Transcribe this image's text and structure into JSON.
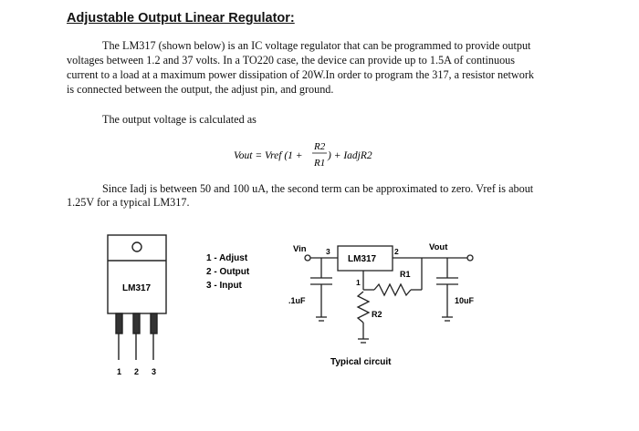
{
  "document": {
    "heading": "Adjustable Output Linear Regulator:",
    "paragraph1": "The LM317 (shown below) is an IC voltage regulator that can be programmed to provide output voltages between 1.2 and 37 volts. In a TO220 case, the device can provide up to 1.5A of continuous current to a load at a maximum power dissipation of 20W.In order to program the 317, a resistor network is connected between the output, the adjust pin, and ground.",
    "paragraph2": "The output voltage is calculated as",
    "formula": {
      "lhs": "Vout = Vref (1 +",
      "numerator": "R2",
      "denominator": "R1",
      "rhs": ") + IadjR2"
    },
    "paragraph3": "Since Iadj is between 50 and 100 uA, the second term can be approximated to zero. Vref is about 1.25V for a typical LM317."
  },
  "package_diagram": {
    "label": "LM317",
    "pin_numbers": [
      "1",
      "2",
      "3"
    ]
  },
  "pin_legend": [
    "1 - Adjust",
    "2 - Output",
    "3 - Input"
  ],
  "circuit": {
    "vin": "Vin",
    "vout": "Vout",
    "ic_label": "LM317",
    "pin_in": "3",
    "pin_out": "2",
    "pin_adj": "1",
    "r1": "R1",
    "r2": "R2",
    "c_in": ".1uF",
    "c_out": "10uF",
    "caption": "Typical circuit"
  }
}
